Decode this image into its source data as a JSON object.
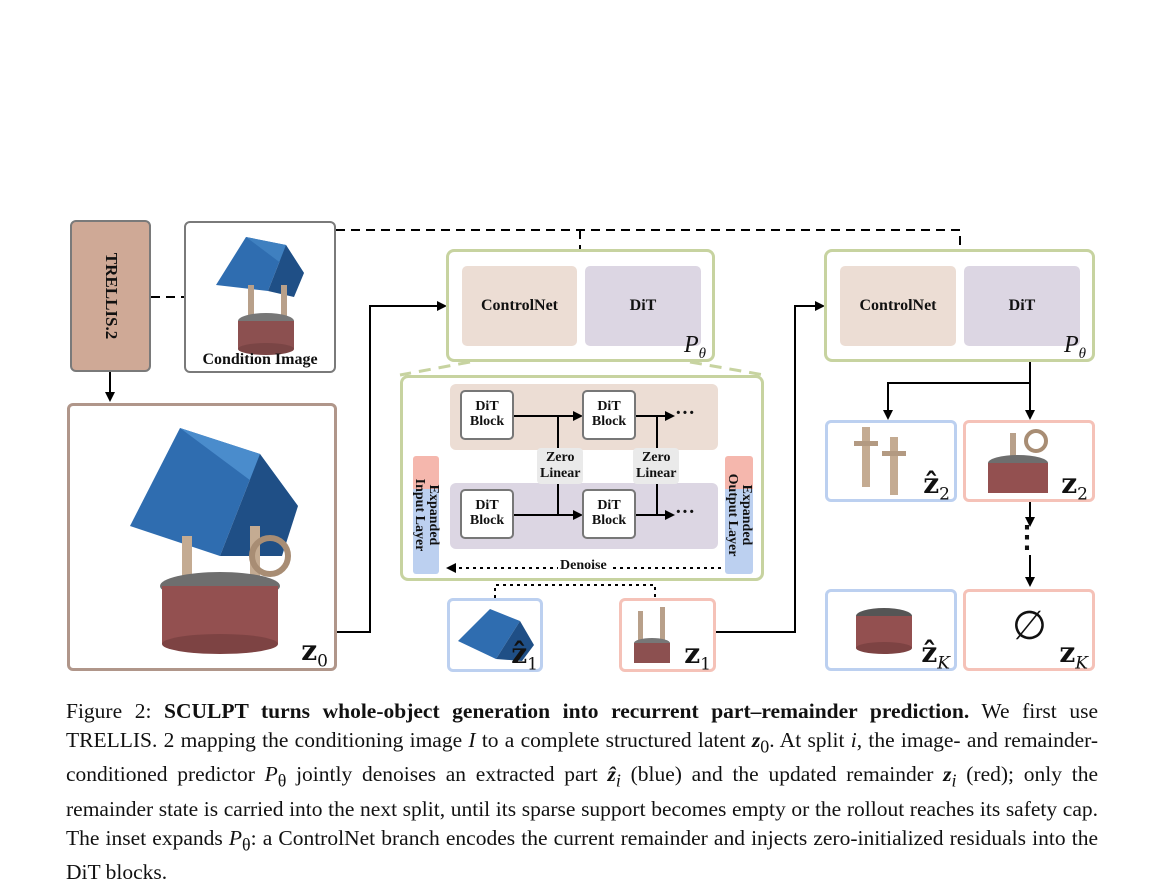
{
  "left": {
    "trellis_label": "TRELLIS.2",
    "condition_label": "Condition Image",
    "z0_symbol": "z",
    "z0_sub": "0"
  },
  "p_top": {
    "controlnet": "ControlNet",
    "dit": "DiT",
    "p_symbol": "P",
    "p_sub": "θ"
  },
  "p_right": {
    "controlnet": "ControlNet",
    "dit": "DiT",
    "p_symbol": "P",
    "p_sub": "θ"
  },
  "inset": {
    "block1_line1": "DiT",
    "block1_line2": "Block",
    "block2_line1": "DiT",
    "block2_line2": "Block",
    "block3_line1": "DiT",
    "block3_line2": "Block",
    "block4_line1": "DiT",
    "block4_line2": "Block",
    "zero_linear_1_a": "Zero",
    "zero_linear_1_b": "Linear",
    "zero_linear_2_a": "Zero",
    "zero_linear_2_b": "Linear",
    "expanded_input_a": "Expanded",
    "expanded_input_b": "Input Layer",
    "expanded_output_a": "Expanded",
    "expanded_output_b": "Output Layer",
    "ellipsis": "···",
    "denoise": "Denoise"
  },
  "bottom": {
    "zhat1_symbol": "ẑ",
    "zhat1_sub": "1",
    "z1_symbol": "z",
    "z1_sub": "1"
  },
  "right": {
    "zhat2_symbol": "ẑ",
    "zhat2_sub": "2",
    "z2_symbol": "z",
    "z2_sub": "2",
    "vdots": "⋮",
    "zhatK_symbol": "ẑ",
    "zhatK_sub": "K",
    "zK_symbol": "z",
    "zK_sub": "K",
    "empty_set": "∅"
  },
  "caption": {
    "fig_label": "Figure 2: ",
    "bold_title": "SCULPT turns whole-object generation into recurrent part–remainder prediction.",
    "t1": " We first use TRELLIS. 2 mapping the conditioning image ",
    "sym_I": "I",
    "t2": " to a complete structured latent ",
    "sym_z0": "z",
    "sub_z0": "0",
    "t3": ". At split ",
    "sym_i": "i",
    "t4": ", the image- and remainder-conditioned predictor ",
    "sym_P1": "P",
    "sub_P1": "θ",
    "t5": " jointly denoises an extracted part ",
    "sym_zhat": "ẑ",
    "sub_zhat": "i",
    "t6": " (blue) and the updated remainder ",
    "sym_zi": "z",
    "sub_zi": "i",
    "t7": " (red); only the remainder state is carried into the next split, until its sparse support becomes empty or the rollout reaches its safety cap. The inset expands ",
    "sym_P2": "P",
    "sub_P2": "θ",
    "t8": ": a ControlNet branch encodes the current remainder and injects zero-initialized residuals into the DiT blocks."
  },
  "colors": {
    "trellis_fill": "#cfa996",
    "controlnet_fill": "#ecddd4",
    "dit_fill": "#dcd6e3",
    "p_border": "#c7d3a0",
    "part_blue": "#bcd0f0",
    "remainder_red": "#f5c2b8"
  }
}
